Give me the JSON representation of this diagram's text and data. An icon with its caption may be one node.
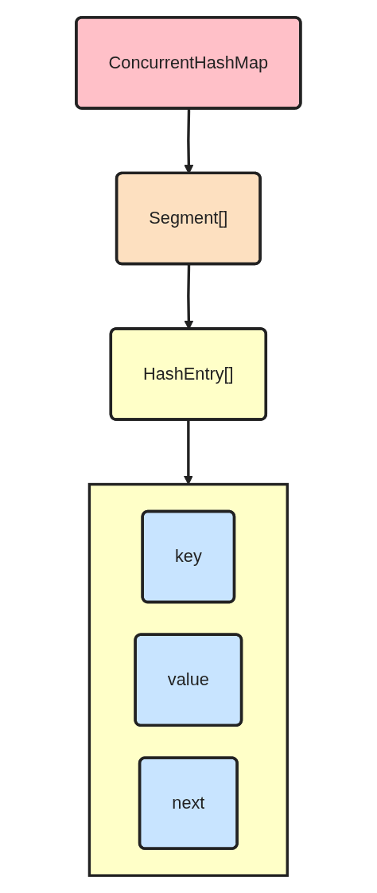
{
  "diagram": {
    "nodes": [
      {
        "text": [
          "ConcurrentHashMap"
        ]
      },
      {
        "text": [
          "Segment[]"
        ]
      },
      {
        "text": [
          "HashEntry[]"
        ]
      },
      {
        "text": [],
        "shape": "box"
      },
      {
        "text": [
          "key"
        ],
        "in": 3
      },
      {
        "text": [
          "value"
        ],
        "in": 3
      },
      {
        "text": [
          "next"
        ],
        "in": 3
      }
    ],
    "edges": [
      {
        "from": 0,
        "to": 1,
        "arrow": "to"
      },
      {
        "from": 1,
        "to": 2,
        "arrow": "to"
      },
      {
        "from": 2,
        "to": 3,
        "arrow": "to"
      }
    ]
  }
}
